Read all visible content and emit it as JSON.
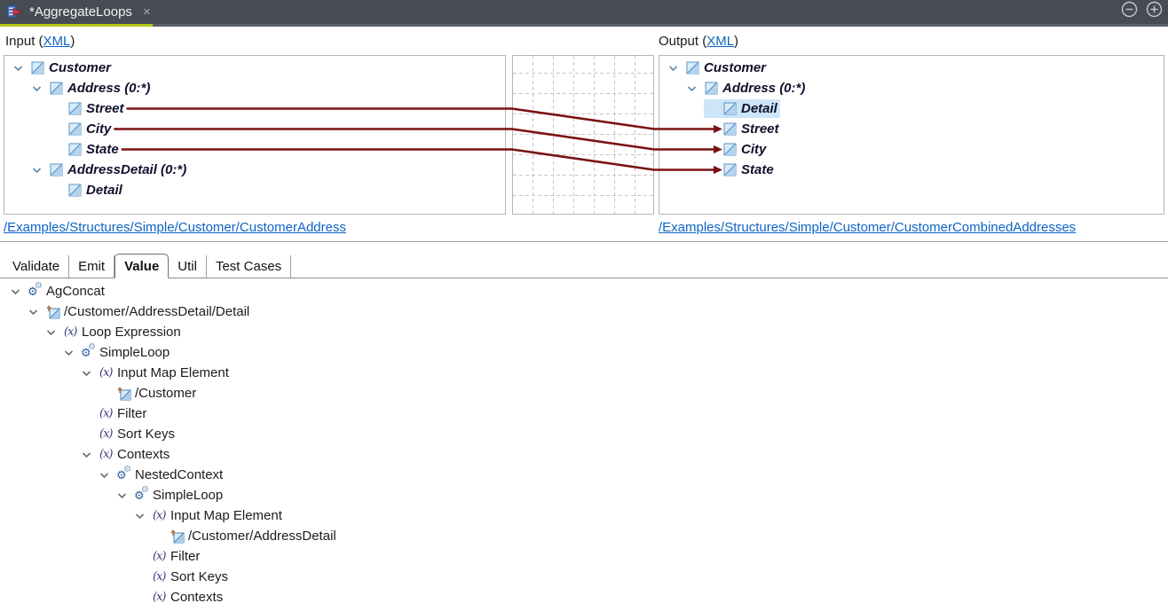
{
  "window": {
    "tab_title": "*AggregateLoops",
    "close_glyph": "×"
  },
  "io": {
    "input_prefix": "Input (",
    "output_prefix": "Output (",
    "xml_link": "XML",
    "paren_close": ")"
  },
  "structure_links": {
    "input": "/Examples/Structures/Simple/Customer/CustomerAddress",
    "output": "/Examples/Structures/Simple/Customer/CustomerCombinedAddresses"
  },
  "input_tree": [
    {
      "label": "Customer",
      "level": 0,
      "expander": true,
      "icon": "element"
    },
    {
      "label": "Address (0:*)",
      "level": 1,
      "expander": true,
      "icon": "element"
    },
    {
      "label": "Street",
      "level": 2,
      "expander": false,
      "icon": "element",
      "wire_source": true
    },
    {
      "label": "City",
      "level": 2,
      "expander": false,
      "icon": "element",
      "wire_source": true
    },
    {
      "label": "State",
      "level": 2,
      "expander": false,
      "icon": "element",
      "wire_source": true
    },
    {
      "label": "AddressDetail (0:*)",
      "level": 1,
      "expander": true,
      "icon": "element"
    },
    {
      "label": "Detail",
      "level": 2,
      "expander": false,
      "icon": "element"
    }
  ],
  "output_tree": [
    {
      "label": "Customer",
      "level": 0,
      "expander": true,
      "icon": "element"
    },
    {
      "label": "Address (0:*)",
      "level": 1,
      "expander": true,
      "icon": "element"
    },
    {
      "label": "Detail",
      "level": 2,
      "expander": false,
      "icon": "element",
      "selected": true
    },
    {
      "label": "Street",
      "level": 2,
      "expander": false,
      "icon": "element",
      "wire_target": true
    },
    {
      "label": "City",
      "level": 2,
      "expander": false,
      "icon": "element",
      "wire_target": true
    },
    {
      "label": "State",
      "level": 2,
      "expander": false,
      "icon": "element",
      "wire_target": true
    }
  ],
  "mappings": [
    {
      "source": "Street",
      "target": "Street"
    },
    {
      "source": "City",
      "target": "City"
    },
    {
      "source": "State",
      "target": "State"
    }
  ],
  "tabs": [
    {
      "label": "Validate",
      "active": false
    },
    {
      "label": "Emit",
      "active": false
    },
    {
      "label": "Value",
      "active": true
    },
    {
      "label": "Util",
      "active": false
    },
    {
      "label": "Test Cases",
      "active": false
    }
  ],
  "value_tree": [
    {
      "label": "AgConcat",
      "level": 0,
      "expander": true,
      "icon": "gears"
    },
    {
      "label": "/Customer/AddressDetail/Detail",
      "level": 1,
      "expander": true,
      "icon": "ref"
    },
    {
      "label": "Loop Expression",
      "level": 2,
      "expander": true,
      "icon": "fx"
    },
    {
      "label": "SimpleLoop",
      "level": 3,
      "expander": true,
      "icon": "gears"
    },
    {
      "label": "Input Map Element",
      "level": 4,
      "expander": true,
      "icon": "fx"
    },
    {
      "label": "/Customer",
      "level": 5,
      "expander": false,
      "icon": "ref"
    },
    {
      "label": "Filter",
      "level": 4,
      "expander": false,
      "icon": "fx"
    },
    {
      "label": "Sort Keys",
      "level": 4,
      "expander": false,
      "icon": "fx"
    },
    {
      "label": "Contexts",
      "level": 4,
      "expander": true,
      "icon": "fx"
    },
    {
      "label": "NestedContext",
      "level": 5,
      "expander": true,
      "icon": "gears"
    },
    {
      "label": "SimpleLoop",
      "level": 6,
      "expander": true,
      "icon": "gears"
    },
    {
      "label": "Input Map Element",
      "level": 7,
      "expander": true,
      "icon": "fx"
    },
    {
      "label": "/Customer/AddressDetail",
      "level": 8,
      "expander": false,
      "icon": "ref"
    },
    {
      "label": "Filter",
      "level": 7,
      "expander": false,
      "icon": "fx"
    },
    {
      "label": "Sort Keys",
      "level": 7,
      "expander": false,
      "icon": "fx"
    },
    {
      "label": "Contexts",
      "level": 7,
      "expander": false,
      "icon": "fx"
    }
  ],
  "colors": {
    "wire": "#7a1113",
    "link": "#0e63c5",
    "selection": "#cde5f7",
    "active_tab_underline": "#b2c614",
    "titlebar_bg": "#474c54"
  },
  "icon_names": [
    "map-file-icon",
    "element-icon",
    "element-ref-icon",
    "function-icon",
    "gears-icon",
    "chevron-down-icon"
  ]
}
